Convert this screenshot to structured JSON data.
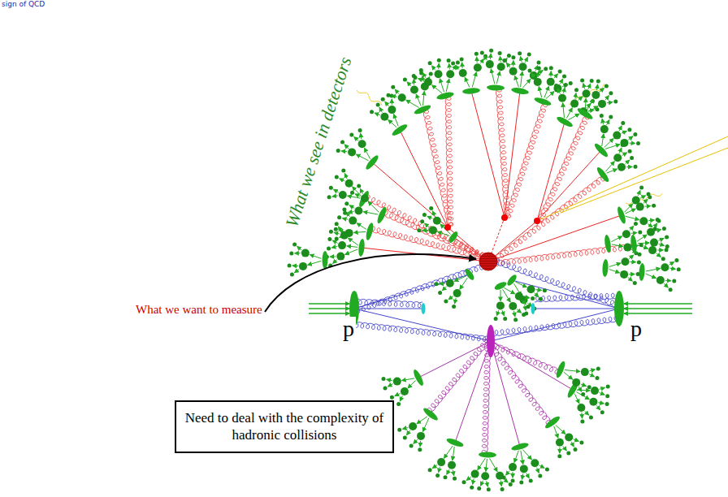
{
  "diagram": {
    "nodes": [
      {
        "text": [
          "Need to deal with the complexity of hadronic collisions"
        ]
      }
    ],
    "labels": [
      "sign of QCD",
      "What we see in detectors",
      "What we want to measure",
      "p",
      "p"
    ]
  }
}
